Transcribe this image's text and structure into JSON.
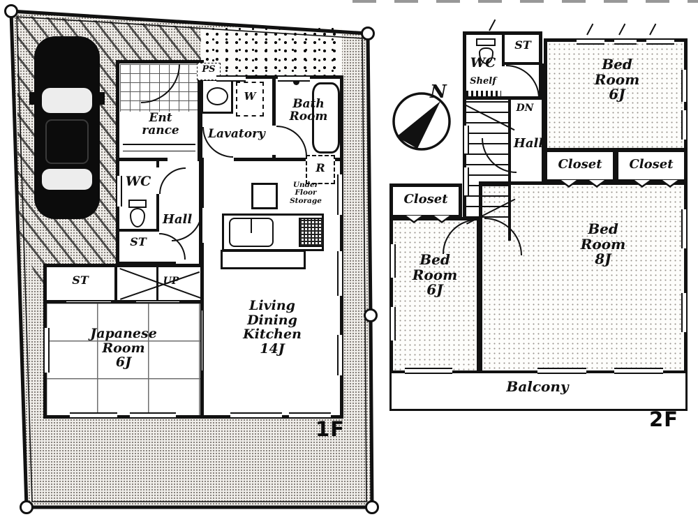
{
  "colors": {
    "ink": "#111111",
    "paper": "#ffffff",
    "yard_dot": "#77716b"
  },
  "floors": {
    "f1": {
      "label": "1F",
      "rooms": {
        "entrance": {
          "lines": [
            "Ent",
            "rance"
          ]
        },
        "ps": "PS",
        "lavatory": "Lavatory",
        "washer": "W",
        "bathroom": {
          "lines": [
            "Bath",
            "Room"
          ]
        },
        "wc": "WC",
        "hall": "Hall",
        "st_hall": "ST",
        "st_tatami": "ST",
        "stairs_up": "UP",
        "fridge": "R",
        "underfloor": {
          "lines": [
            "Under",
            "Floor",
            "Storage"
          ]
        },
        "ldk": {
          "lines": [
            "Living",
            "Dining",
            "Kitchen",
            "14J"
          ]
        },
        "japanese": {
          "lines": [
            "Japanese",
            "Room",
            "6J"
          ]
        }
      }
    },
    "f2": {
      "label": "2F",
      "compass": "N",
      "rooms": {
        "wc": "WC",
        "shelf": "Shelf",
        "st": "ST",
        "stairs_dn": "DN",
        "hall": "Hall",
        "bedroom_ne": {
          "lines": [
            "Bed",
            "Room",
            "6J"
          ]
        },
        "closet_ne_left": "Closet",
        "closet_ne_right": "Closet",
        "closet_west": "Closet",
        "bedroom_sw": {
          "lines": [
            "Bed",
            "Room",
            "6J"
          ]
        },
        "bedroom_se": {
          "lines": [
            "Bed",
            "Room",
            "8J"
          ]
        },
        "balcony": "Balcony"
      }
    }
  }
}
